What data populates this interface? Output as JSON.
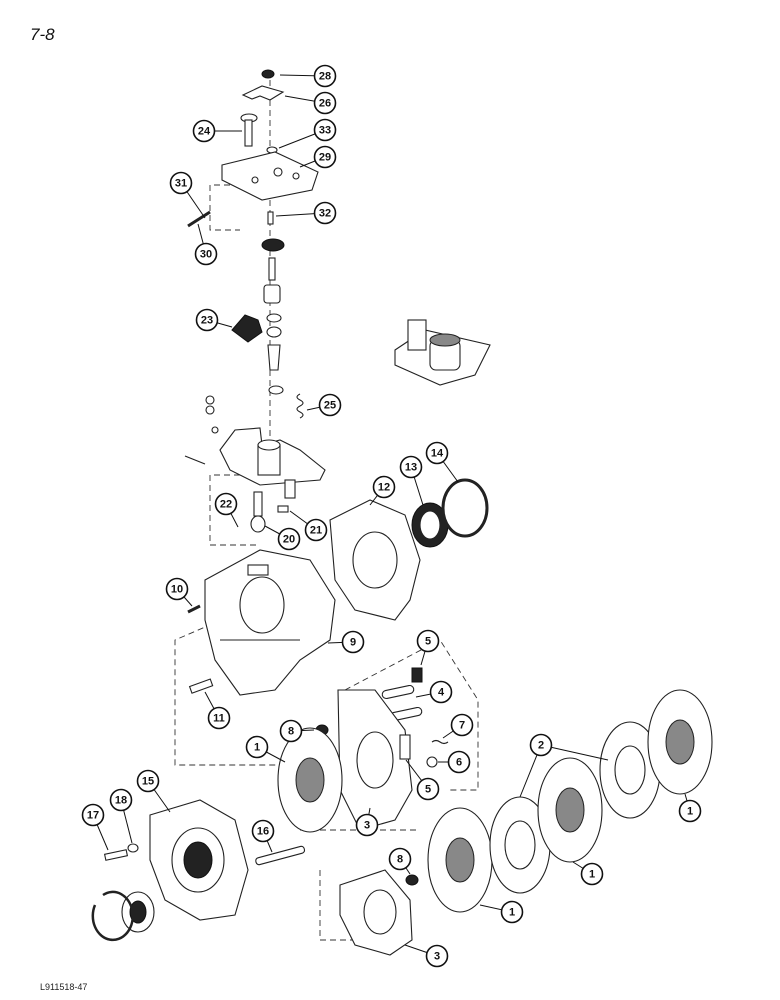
{
  "page": {
    "page_number": "7-8",
    "figure_id": "L911518-47"
  },
  "callouts": [
    {
      "id": "c28",
      "label": "28"
    },
    {
      "id": "c26",
      "label": "26"
    },
    {
      "id": "c24",
      "label": "24"
    },
    {
      "id": "c33",
      "label": "33"
    },
    {
      "id": "c29",
      "label": "29"
    },
    {
      "id": "c31",
      "label": "31"
    },
    {
      "id": "c32",
      "label": "32"
    },
    {
      "id": "c30",
      "label": "30"
    },
    {
      "id": "c23",
      "label": "23"
    },
    {
      "id": "c25",
      "label": "25"
    },
    {
      "id": "c14",
      "label": "14"
    },
    {
      "id": "c13",
      "label": "13"
    },
    {
      "id": "c12",
      "label": "12"
    },
    {
      "id": "c22",
      "label": "22"
    },
    {
      "id": "c21",
      "label": "21"
    },
    {
      "id": "c20",
      "label": "20"
    },
    {
      "id": "c10",
      "label": "10"
    },
    {
      "id": "c9",
      "label": "9"
    },
    {
      "id": "c5a",
      "label": "5"
    },
    {
      "id": "c4",
      "label": "4"
    },
    {
      "id": "c11",
      "label": "11"
    },
    {
      "id": "c8a",
      "label": "8"
    },
    {
      "id": "c7",
      "label": "7"
    },
    {
      "id": "c6",
      "label": "6"
    },
    {
      "id": "c5b",
      "label": "5"
    },
    {
      "id": "c2",
      "label": "2"
    },
    {
      "id": "c1a",
      "label": "1"
    },
    {
      "id": "c1b",
      "label": "1"
    },
    {
      "id": "c1c",
      "label": "1"
    },
    {
      "id": "c1d",
      "label": "1"
    },
    {
      "id": "c3a",
      "label": "3"
    },
    {
      "id": "c17",
      "label": "17"
    },
    {
      "id": "c18",
      "label": "18"
    },
    {
      "id": "c15",
      "label": "15"
    },
    {
      "id": "c16",
      "label": "16"
    },
    {
      "id": "c8b",
      "label": "8"
    },
    {
      "id": "c3b",
      "label": "3"
    }
  ]
}
